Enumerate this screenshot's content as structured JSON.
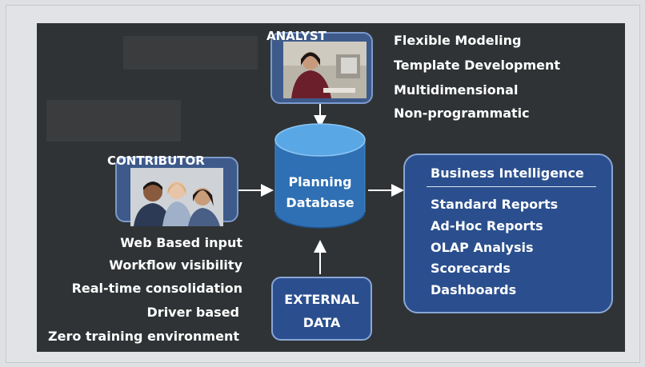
{
  "analyst": {
    "label": "ANALYST",
    "features": [
      "Flexible Modeling",
      "Template Development",
      "Multidimensional",
      "Non-programmatic"
    ]
  },
  "contributor": {
    "label": "CONTRIBUTOR",
    "features": [
      "Web Based input",
      "Workflow visibility",
      "Real-time consolidation",
      "Driver based",
      "Zero training environment"
    ]
  },
  "database": {
    "line1": "Planning",
    "line2": "Database"
  },
  "external": {
    "line1": "EXTERNAL",
    "line2": "DATA"
  },
  "bi": {
    "title": "Business Intelligence",
    "items": [
      "Standard Reports",
      "Ad-Hoc Reports",
      "OLAP Analysis",
      "Scorecards",
      "Dashboards"
    ]
  },
  "colors": {
    "background": "#2f3335",
    "box_fill": "#2b4f8e",
    "box_border": "#8aa6d6",
    "cylinder": "#2f6fb3"
  }
}
